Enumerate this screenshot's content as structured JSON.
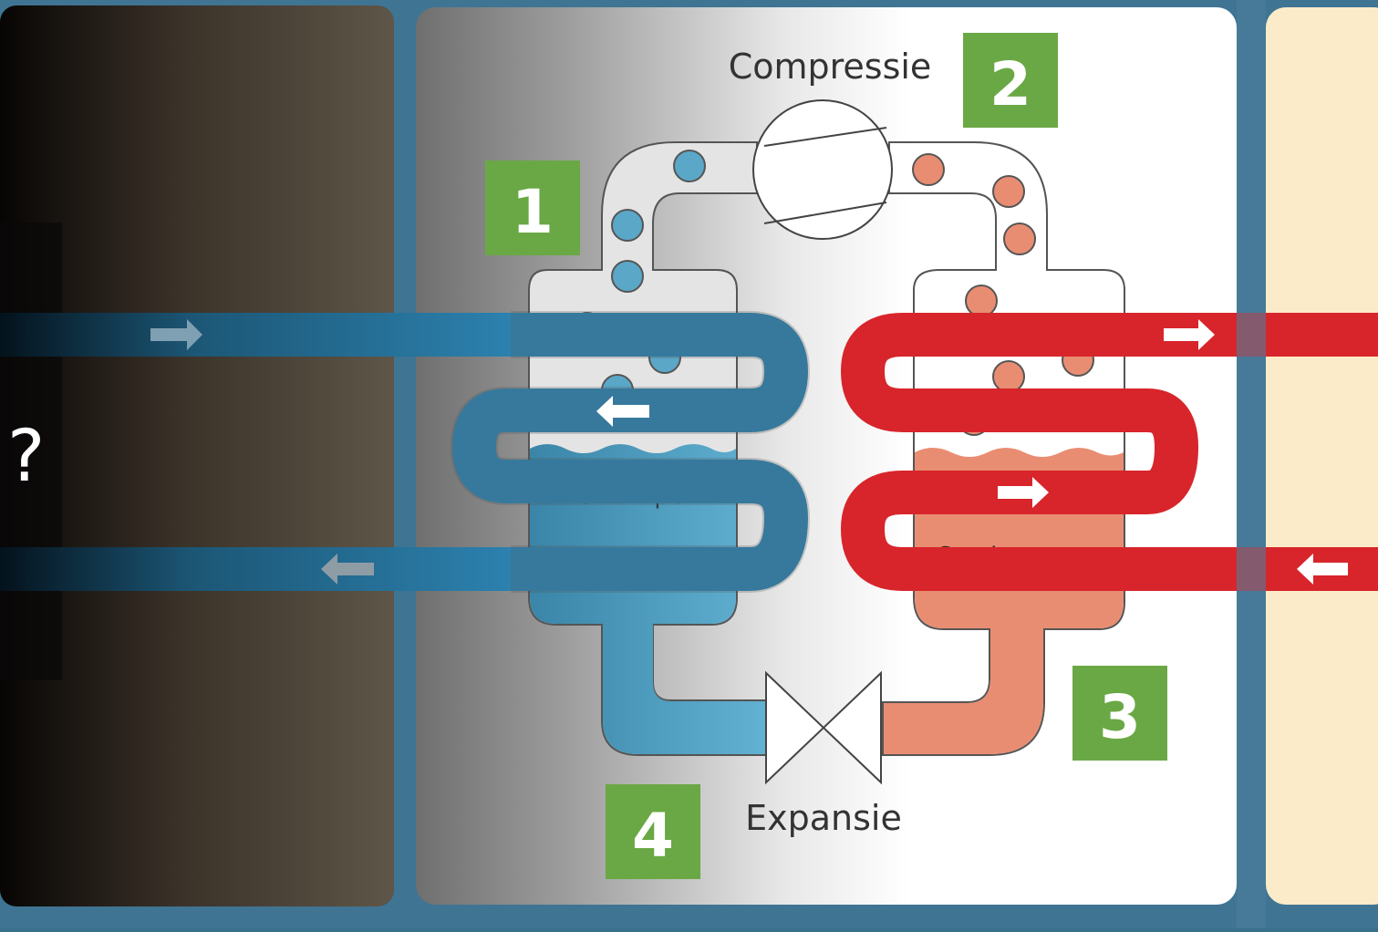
{
  "overlay": {
    "question_mark": "?"
  },
  "diagram": {
    "labels": {
      "compression": "Compressie",
      "expansion": "Expansie",
      "evaporate": "Verdampen",
      "condense": "Condenseren"
    },
    "steps": [
      "1",
      "2",
      "3",
      "4"
    ],
    "colors": {
      "cold_pipe": "#2e86b5",
      "warm_pipe": "#d7252b",
      "evaporator_liquid": "#5aa7c8",
      "condenser_liquid": "#e98d72",
      "step_badge": "#6aa845",
      "outline": "#4a4a4a"
    },
    "icons": [
      "compressor-icon",
      "expansion-valve-icon",
      "arrow-right-icon",
      "arrow-left-icon"
    ]
  }
}
